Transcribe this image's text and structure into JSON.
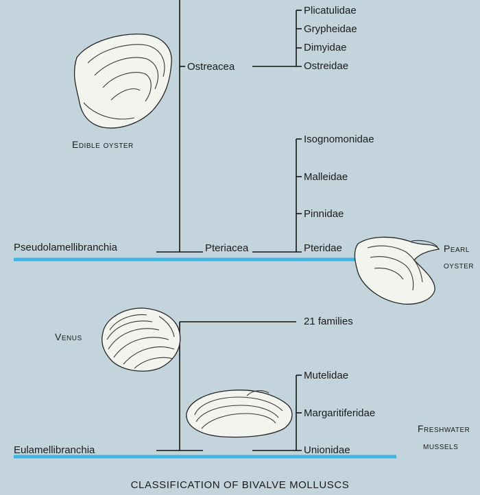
{
  "title": "CLASSIFICATION OF BIVALVE MOLLUSCS",
  "subclasses": {
    "upper": "Pseudolamellibranchia",
    "lower": "Eulamellibranchia"
  },
  "superfamilies": {
    "ostreacea": "Ostreacea",
    "pteriacea": "Pteriacea",
    "lower_group": "21 families"
  },
  "families": {
    "ostreacea": [
      "Plicatulidae",
      "Grypheidae",
      "Dimyidae",
      "Ostreidae"
    ],
    "pteriacea": [
      "Isognomonidae",
      "Malleidae",
      "Pinnidae",
      "Pteridae"
    ],
    "unionacea": [
      "Mutelidae",
      "Margaritiferidae",
      "Unionidae"
    ]
  },
  "illustrations": {
    "edible_oyster": "Edible oyster",
    "pearl_oyster_1": "Pearl",
    "pearl_oyster_2": "oyster",
    "venus": "Venus",
    "freshwater_1": "Freshwater",
    "freshwater_2": "mussels"
  },
  "colors": {
    "background": "#c3d4dc",
    "divider": "#3fb3e2",
    "line": "#111111"
  }
}
